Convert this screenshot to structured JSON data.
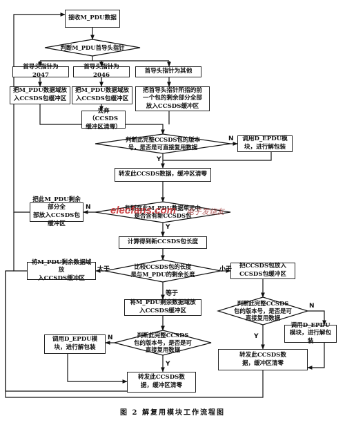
{
  "figure_caption": "图 2   解复用模块工作流程图",
  "watermark": {
    "brand": "elecfans.com",
    "cn": "电子发烧友"
  },
  "nodes": {
    "receive": "接收M_PDU数据",
    "d_header": "判断M_PDU首导头指针",
    "ptr_2047": "首导头指针为2047",
    "ptr_2046": "首导头指针为2046",
    "ptr_other": "首导头指针为其他",
    "put_all_1": "把M_PDU数据域放\n入CCSDS包缓冲区",
    "put_all_2": "把M_PDU数据域放\n入CCSDS包缓冲区",
    "put_prev": "把首导头指针所指的前\n一个包的剩余部分全部\n放入CCSDS缓冲区",
    "discard": "丢弃（CCSDS\n缓冲区清零）",
    "d_version1": "判断此完整CCSDS包的版本\n号，是否是可直接复用数据",
    "call_depdu_1": "调用D_EPDU模\n块，进行解包装",
    "forward_1": "转发此CCSDS数据，缓冲区清零",
    "put_rest": "把此M_PDU剩余部分全\n部放入CCSDS包缓冲区",
    "d_unit": "判断在此M_PDU数据单元中\n是否含有新CCSDS包",
    "calc_len": "计算得到新CCSDS包长度",
    "d_compare": "比较CCSDS包的长度\n是与M_PDU的剩余长度",
    "put_data_left": "将M_PDU剩余数据域放\n入CCSDS缓冲区",
    "put_pkt_right": "把CCSDS包放入\nCCSDS包缓冲区",
    "put_data_mid": "将M_PDU剩余数据域放\n入CCSDS缓冲区",
    "d_version_right": "判断此完整CCSDS\n包的版本号，是否是可\n直接复用数据",
    "d_version_mid": "判断此完整CCSDS\n包的版本号，是否是可\n直接复用数据",
    "call_depdu_right": "调用D_EPDU\n模块，进行解包装",
    "call_depdu_left": "调用D_EPDU模\n块，进行解包装",
    "forward_right": "转发此CCSDS数\n据，缓冲区清零",
    "forward_mid": "转发此CCSDS数\n据，缓冲区清零"
  },
  "edge_labels": {
    "n": "N",
    "y": "Y",
    "greater": "大于",
    "less": "小于",
    "equal": "等于"
  }
}
